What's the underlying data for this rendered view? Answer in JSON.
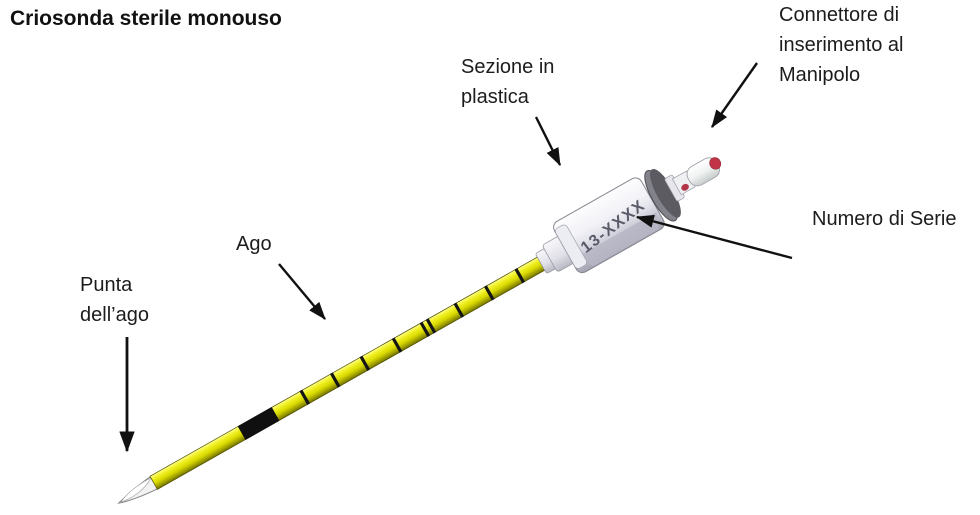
{
  "page": {
    "background": "#ffffff",
    "language": "it"
  },
  "title": "Criosonda sterile monouso",
  "labels": {
    "sezione_plastica": "Sezione in\nplastica",
    "connettore": "Connettore di\ninserimento al\nManipolo",
    "numero_serie": "Numero di Serie",
    "ago": "Ago",
    "punta_ago": "Punta\ndell’ago"
  },
  "device": {
    "serial_marking": "13-XXXX",
    "parts": [
      "needle-tip",
      "needle-shaft",
      "depth-marking-bands",
      "plastic-body",
      "serial-number-marking",
      "flange-disc",
      "handpiece-connector",
      "connector-red-tip"
    ],
    "colors": {
      "needle_yellow": "#d9d900",
      "needle_highlight": "#ffff8c",
      "band_black": "#111111",
      "body_gray": "#e2e2ea",
      "disc_gray": "#5b5b61",
      "accent_red": "#b83448",
      "label_text": "#1c1c1c"
    }
  }
}
